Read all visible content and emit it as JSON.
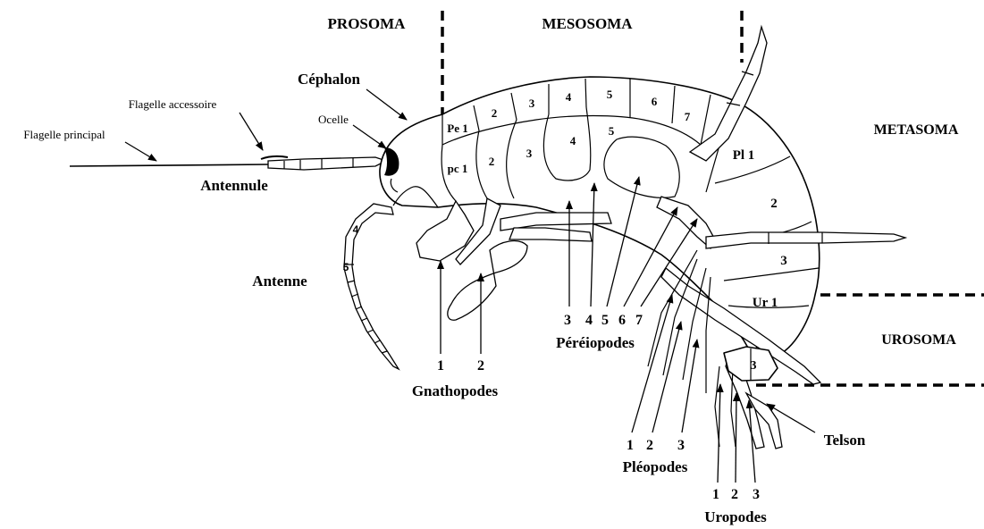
{
  "regions": {
    "prosoma": "PROSOMA",
    "mesosoma": "MESOSOMA",
    "metasoma": "METASOMA",
    "urosoma": "UROSOMA"
  },
  "head_labels": {
    "cephalon": "Céphalon",
    "ocelle": "Ocelle",
    "flagelle_accessoire": "Flagelle accessoire",
    "flagelle_principal": "Flagelle principal",
    "antennule": "Antennule",
    "antenne": "Antenne",
    "antenne_seg4": "4",
    "antenne_seg5": "5"
  },
  "segments": {
    "pereionites": [
      "Pe 1",
      "2",
      "3",
      "4",
      "5",
      "6",
      "7"
    ],
    "coxal_plates": [
      "pc 1",
      "2",
      "3",
      "4",
      "5"
    ],
    "pleonites": [
      "Pl 1",
      "2",
      "3"
    ],
    "urosomites": [
      "Ur 1",
      "3"
    ]
  },
  "appendages": {
    "gnathopodes": {
      "title": "Gnathopodes",
      "numbers": [
        "1",
        "2"
      ]
    },
    "pereiopodes": {
      "title": "Péréiopodes",
      "numbers": [
        "3",
        "4",
        "5",
        "6",
        "7"
      ]
    },
    "pleopodes": {
      "title": "Pléopodes",
      "numbers": [
        "1",
        "2",
        "3"
      ]
    },
    "uropodes": {
      "title": "Uropodes",
      "numbers": [
        "1",
        "2",
        "3"
      ]
    },
    "telson": "Telson"
  }
}
